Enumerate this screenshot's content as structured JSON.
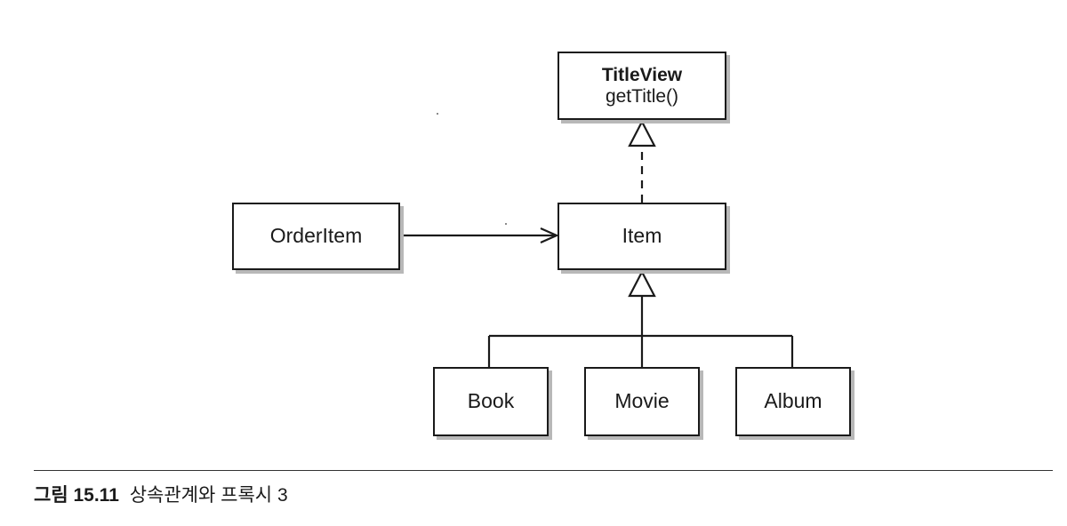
{
  "diagram": {
    "boxes": {
      "titleview": {
        "name": "TitleView",
        "method": "getTitle()"
      },
      "orderitem": {
        "name": "OrderItem"
      },
      "item": {
        "name": "Item"
      },
      "book": {
        "name": "Book"
      },
      "movie": {
        "name": "Movie"
      },
      "album": {
        "name": "Album"
      }
    }
  },
  "caption": {
    "label": "그림 15.11",
    "text": "상속관계와 프록시 3"
  }
}
